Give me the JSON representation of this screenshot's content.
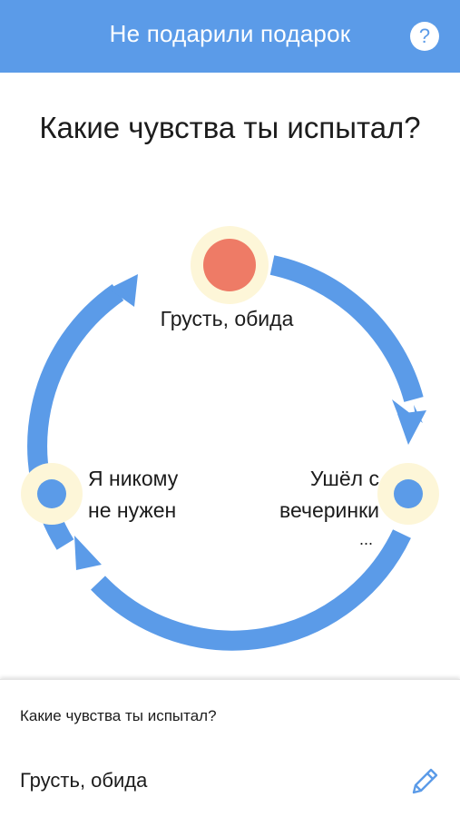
{
  "header": {
    "title": "Не подарили подарок",
    "help_label": "?",
    "background_color": "#5b9be8"
  },
  "main": {
    "question": "Какие чувства ты испытал?"
  },
  "cycle": {
    "arrow_color": "#5b9be8",
    "halo_color": "#fdf6d8",
    "nodes": [
      {
        "label": "Грусть, обида",
        "color": "#ee7b66",
        "state": "selected"
      },
      {
        "label_line1": "Ушёл с",
        "label_line2": "вечеринки",
        "label_more": "...",
        "color": "#5b9be8"
      },
      {
        "label_line1": "Я никому",
        "label_line2": "не нужен",
        "color": "#5b9be8"
      }
    ]
  },
  "answer_panel": {
    "caption": "Какие чувства ты испытал?",
    "value": "Грусть, обида",
    "edit_icon": "pencil-icon",
    "edit_icon_color": "#5b9be8"
  }
}
